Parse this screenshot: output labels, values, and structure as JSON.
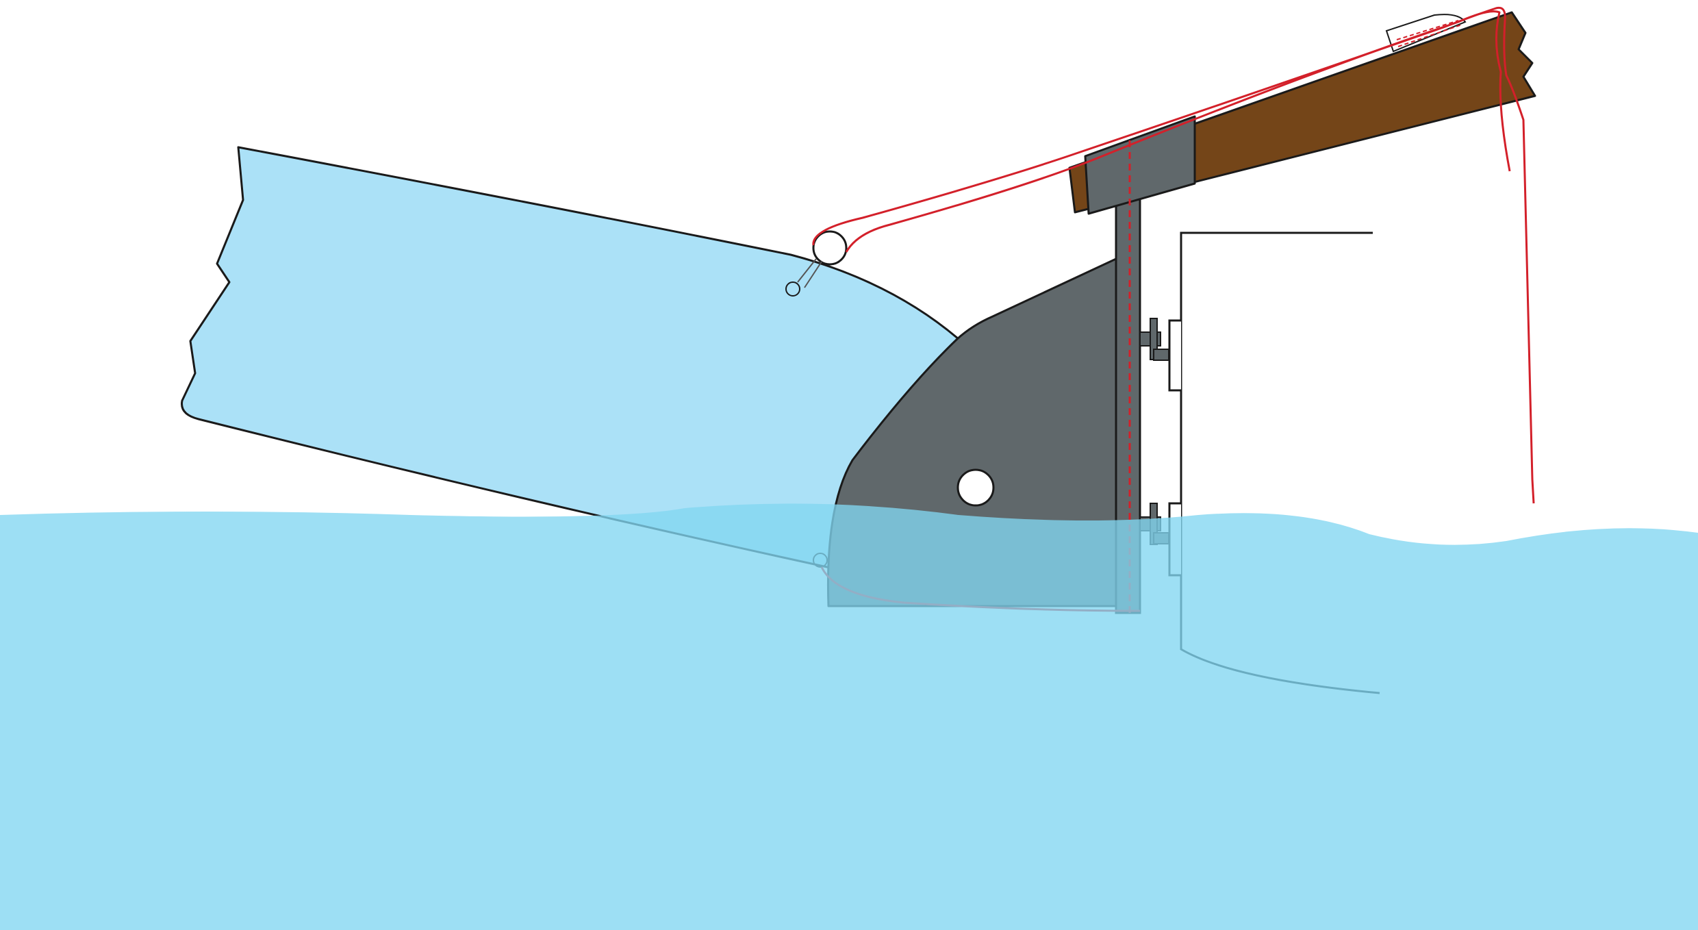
{
  "diagram": {
    "kind": "kick-up rudder assembly on boat transom (schematic)",
    "colors": {
      "background": "#ffffff",
      "water": "#81d6f1",
      "rudder_blade": "#abe1f7",
      "cheek_plate": "#60686b",
      "tiller": "#744518",
      "tiller_clamp": "#60686b",
      "uphaul_line": "#d3202a",
      "downhaul_line": "#d3202a",
      "outline": "#1a1a1a",
      "underwater_outline": "#1f5f73",
      "pivot_hole": "#ffffff"
    },
    "icons": [
      "pivot-bolt",
      "pulley-sheave",
      "pintle",
      "gudgeon",
      "cleat"
    ]
  }
}
